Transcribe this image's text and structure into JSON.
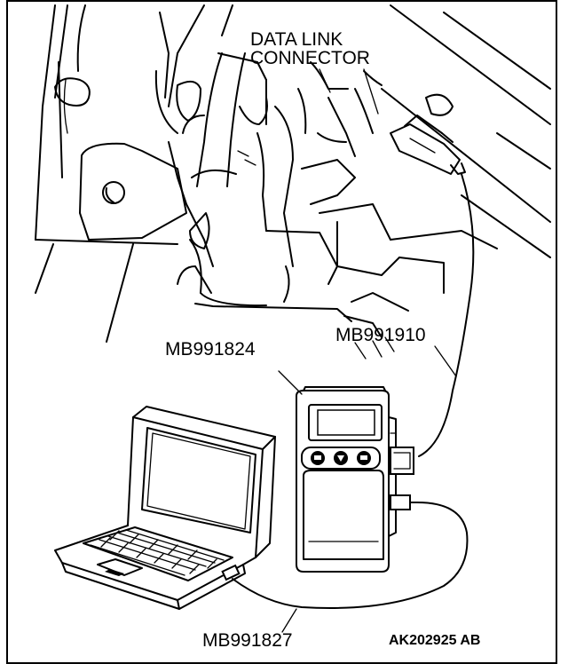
{
  "labels": {
    "dlc_line1": "DATA LINK",
    "dlc_line2": "CONNECTOR",
    "tester": "MB991824",
    "cable_dlc": "MB991910",
    "cable_usb": "MB991827",
    "figure_code": "AK202925 AB"
  }
}
